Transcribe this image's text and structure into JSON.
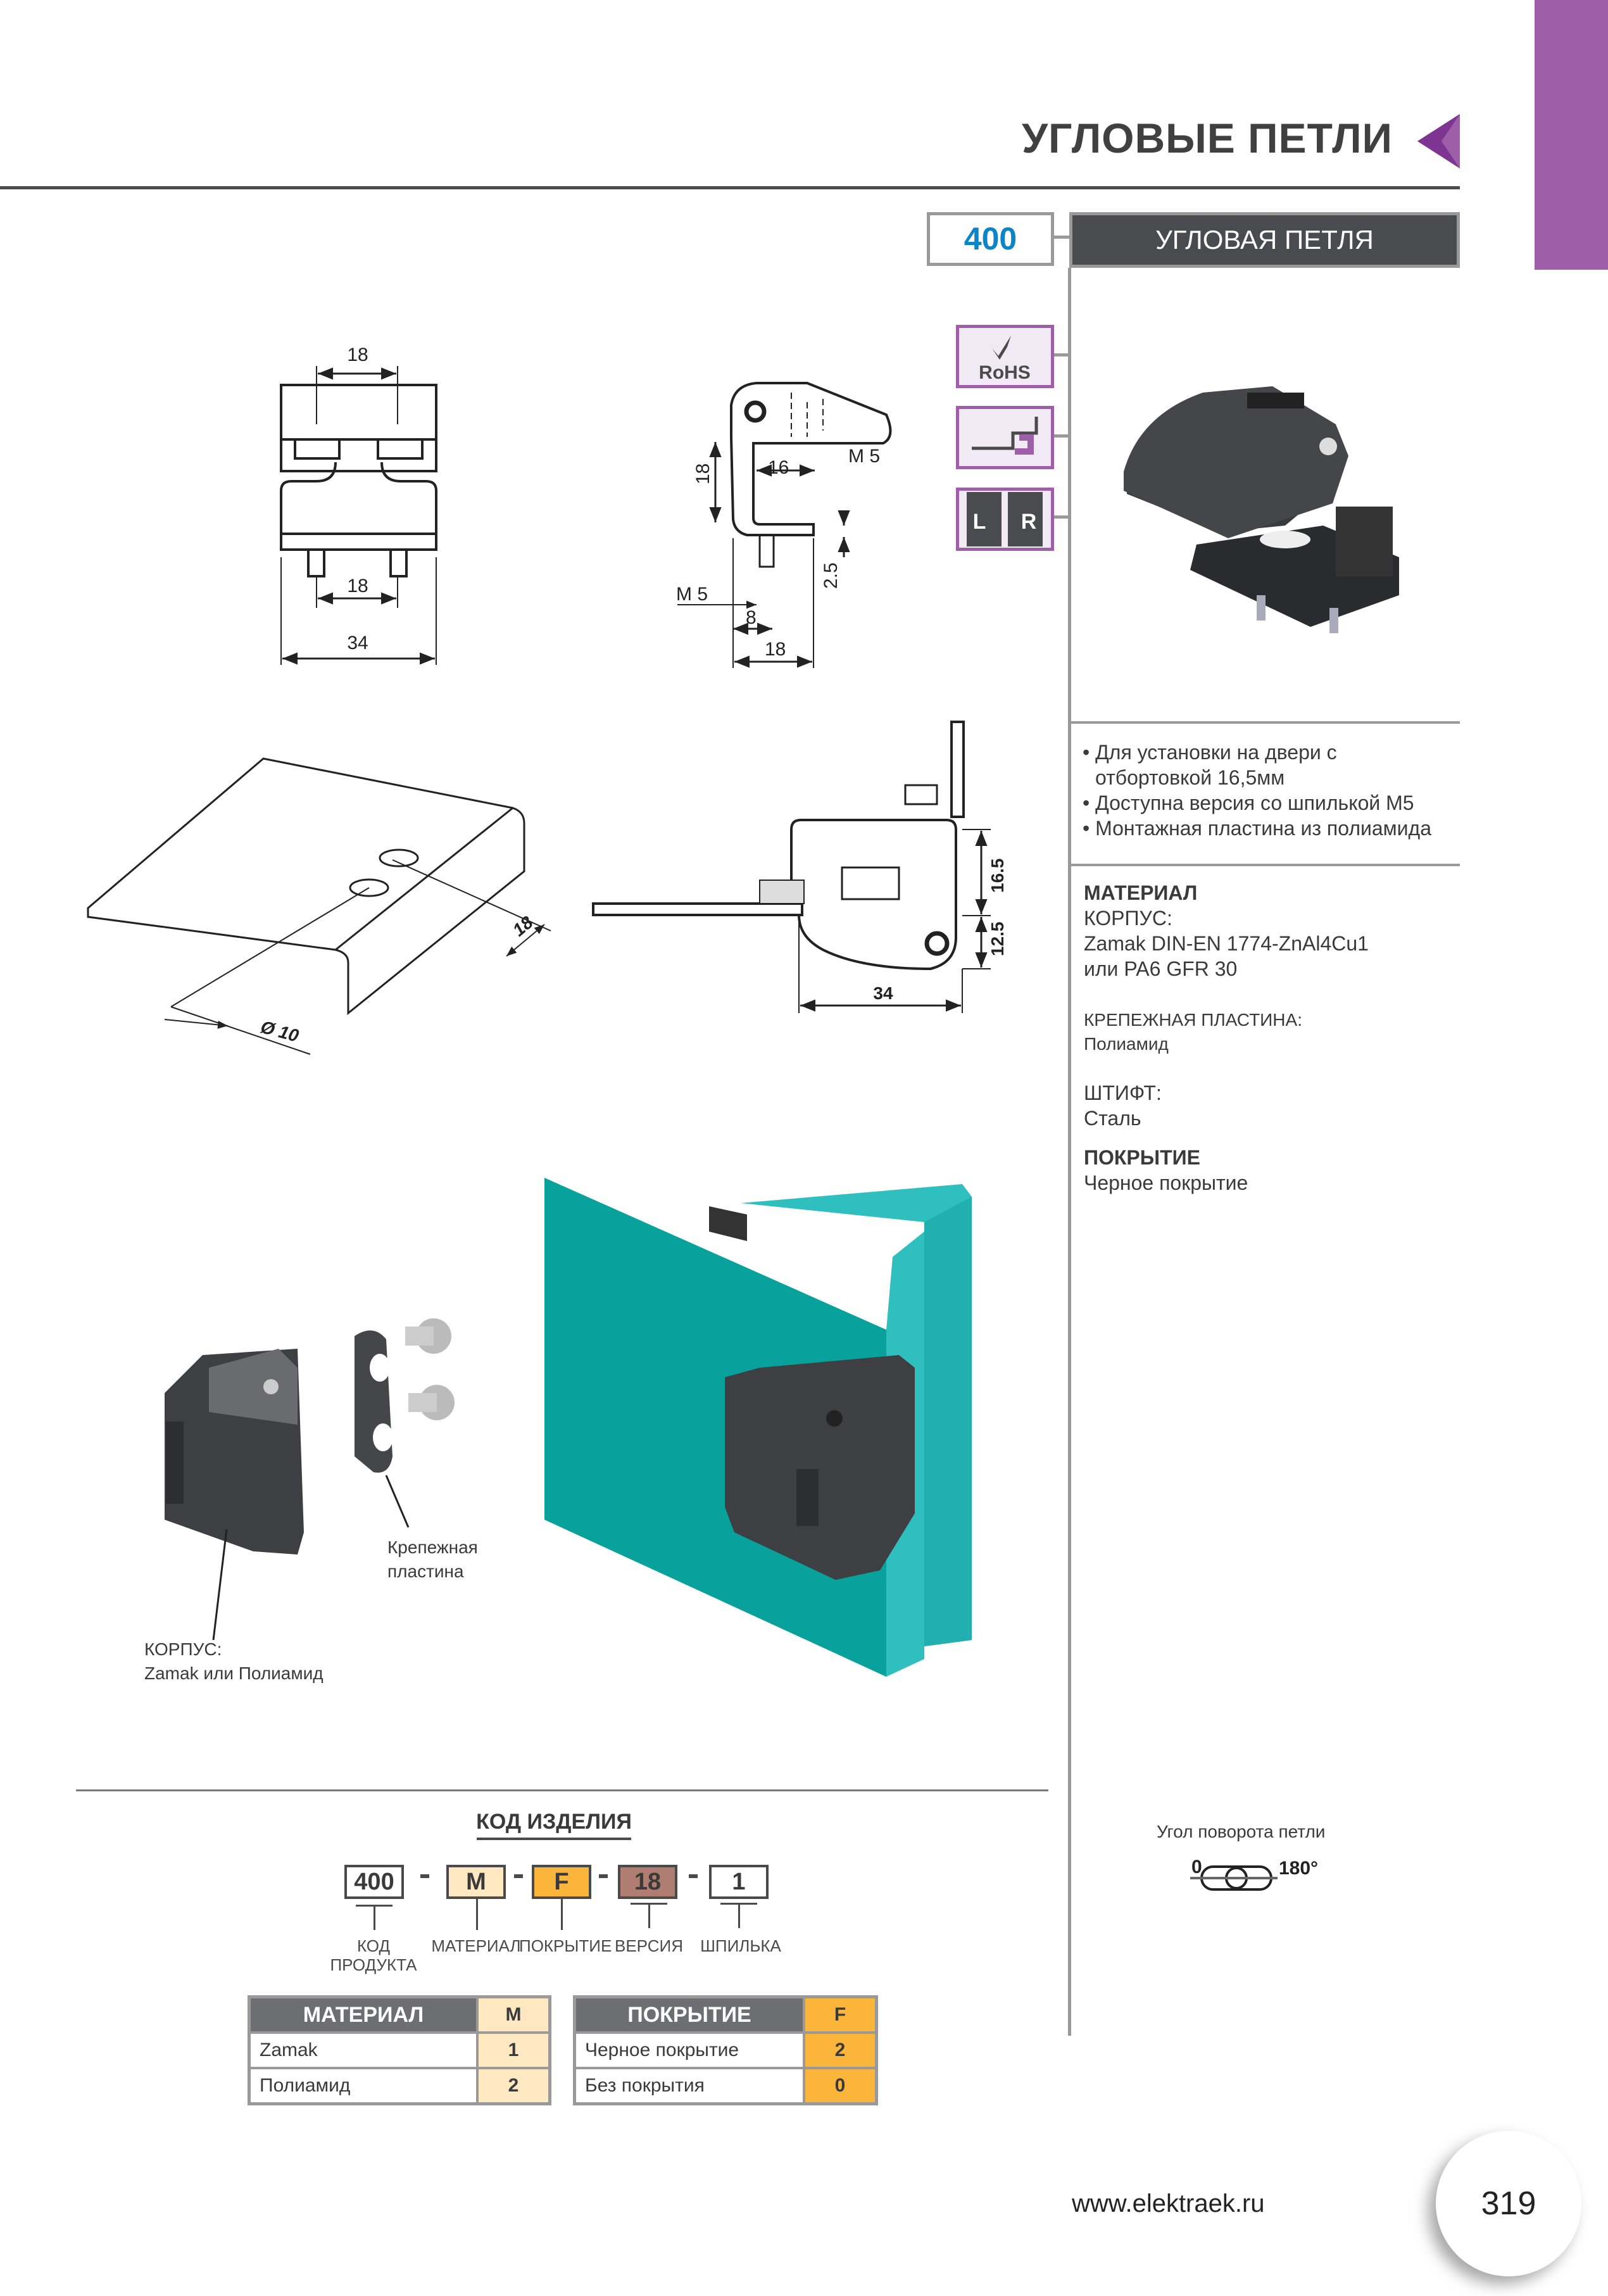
{
  "header": {
    "section_title": "УГЛОВЫЕ ПЕТЛИ",
    "accent_color": "#9e5ea8"
  },
  "product": {
    "code": "400",
    "name": "УГЛОВАЯ ПЕТЛЯ",
    "code_color": "#0b84c8"
  },
  "badges": [
    {
      "icon": "rohs-icon",
      "text": "RoHS"
    },
    {
      "icon": "flange-mount-icon"
    },
    {
      "icon": "left-right-icon",
      "left": "L",
      "right": "R"
    }
  ],
  "features": [
    "• Для установки на двери с",
    "  отбортовкой 16,5мм",
    "• Доступна версия со шпилькой M5",
    "• Монтажная пластина из полиамида"
  ],
  "specs": {
    "material_heading": "МАТЕРИАЛ",
    "body_label": "КОРПУС:",
    "body_value_1": "Zamak DIN-EN 1774-ZnAl4Cu1",
    "body_value_2": "или PA6 GFR 30",
    "plate_label": "КРЕПЕЖНАЯ ПЛАСТИНА:",
    "plate_value": "Полиамид",
    "pin_label": "ШТИФТ:",
    "pin_value": "Сталь",
    "coating_heading": "ПОКРЫТИЕ",
    "coating_value": "Черное покрытие"
  },
  "rotation": {
    "label": "Угол поворота петли",
    "min": "0",
    "max": "180°"
  },
  "drawings": {
    "front": {
      "top_width": "18",
      "pin_spacing": "18",
      "total_width": "34"
    },
    "side": {
      "height": "18",
      "offset": "16",
      "thread_top": "M 5",
      "thread_bottom": "M 5",
      "pin_offset": "8",
      "depth": "18",
      "plate": "2.5"
    },
    "cutout": {
      "edge": "18",
      "hole": "Ø 10"
    },
    "section": {
      "flange": "16.5",
      "lower": "12.5",
      "width": "34"
    }
  },
  "assembly": {
    "plate_label_1": "Крепежная",
    "plate_label_2": "пластина",
    "body_label_1": "КОРПУС:",
    "body_label_2": "Zamak или Полиамид",
    "door_color": "#08a19b"
  },
  "product_code": {
    "title": "КОД ИЗДЕЛИЯ",
    "segments": [
      {
        "value": "400",
        "label_1": "КОД",
        "label_2": "ПРОДУКТА",
        "color": "#ffffff"
      },
      {
        "value": "M",
        "label_1": "МАТЕРИАЛ",
        "color": "#fde8c2"
      },
      {
        "value": "F",
        "label_1": "ПОКРЫТИЕ",
        "color": "#fbb53b"
      },
      {
        "value": "18",
        "label_1": "ВЕРСИЯ",
        "color": "#b07d72"
      },
      {
        "value": "1",
        "label_1": "ШПИЛЬКА",
        "color": "#ffffff"
      }
    ],
    "separator": "-"
  },
  "material_table": {
    "header": "МАТЕРИАЛ",
    "code": "M",
    "rows": [
      {
        "name": "Zamak",
        "value": "1"
      },
      {
        "name": "Полиамид",
        "value": "2"
      }
    ]
  },
  "coating_table": {
    "header": "ПОКРЫТИЕ",
    "code": "F",
    "rows": [
      {
        "name": "Черное покрытие",
        "value": "2"
      },
      {
        "name": "Без покрытия",
        "value": "0"
      }
    ]
  },
  "footer": {
    "url": "www.elektraek.ru",
    "page": "319"
  }
}
